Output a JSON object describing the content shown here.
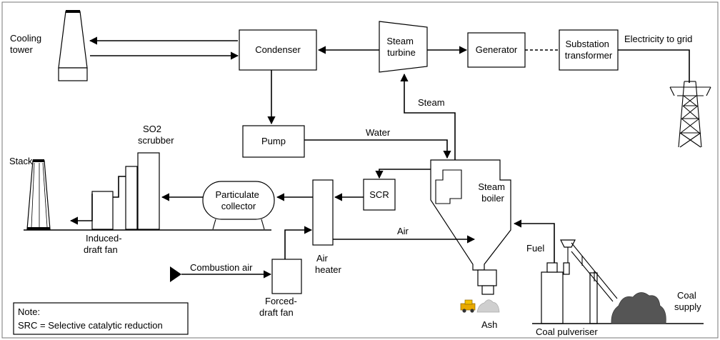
{
  "components": {
    "cooling_tower": [
      "Cooling",
      "tower"
    ],
    "condenser": "Condenser",
    "steam_turbine": [
      "Steam",
      "turbine"
    ],
    "generator": "Generator",
    "substation_transformer": [
      "Substation",
      "transformer"
    ],
    "electricity_to_grid": "Electricity to grid",
    "pump": "Pump",
    "steam": "Steam",
    "water": "Water",
    "so2_scrubber": [
      "SO2",
      "scrubber"
    ],
    "stack": "Stack",
    "particulate_collector": [
      "Particulate",
      "collector"
    ],
    "scr": "SCR",
    "steam_boiler": [
      "Steam",
      "boiler"
    ],
    "induced_draft_fan": [
      "Induced-",
      "draft fan"
    ],
    "air": "Air",
    "air_heater": [
      "Air",
      "heater"
    ],
    "combustion_air": "Combustion air",
    "forced_draft_fan": [
      "Forced-",
      "draft fan"
    ],
    "fuel": "Fuel",
    "ash": "Ash",
    "coal_supply": [
      "Coal",
      "supply"
    ],
    "coal_pulveriser": "Coal pulveriser"
  },
  "note": {
    "title": "Note:",
    "text": "SRC = Selective catalytic reduction"
  }
}
